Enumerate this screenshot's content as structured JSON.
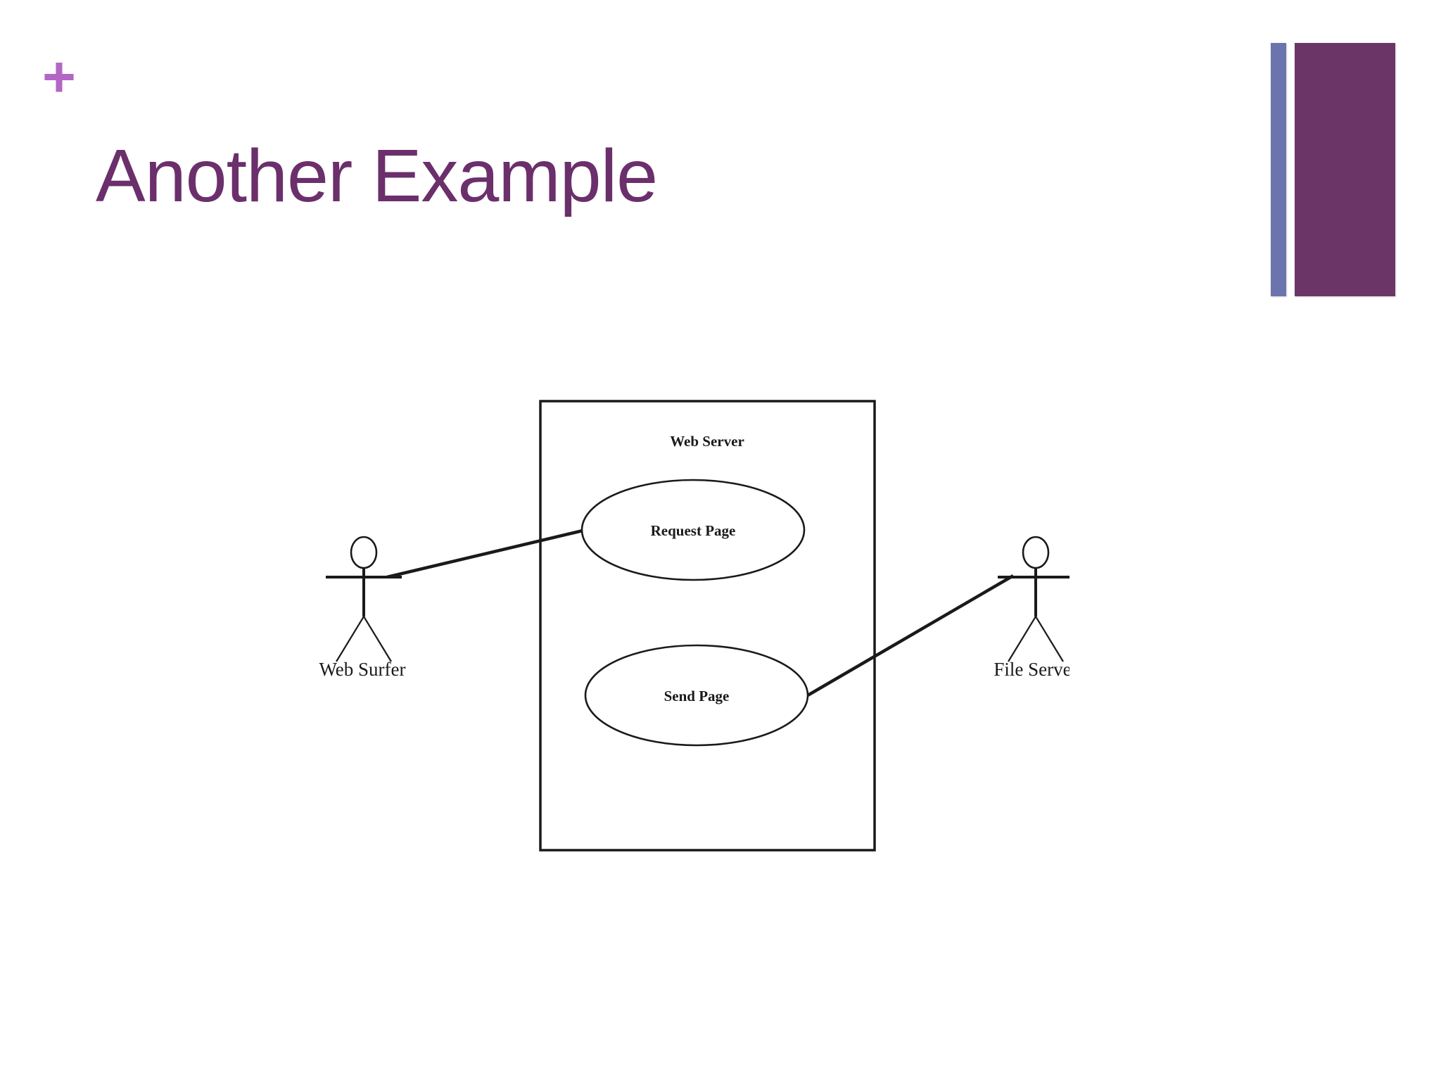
{
  "slide": {
    "title": "Another Example",
    "bullet_marker": "+",
    "colors": {
      "title_purple": "#6B2F6B",
      "plus_orchid": "#B366C4",
      "deco_blue_bar": "#6B74AC",
      "deco_purple_bar": "#6B3667",
      "diagram_stroke": "#1a1a1a",
      "background": "#ffffff"
    }
  },
  "diagram": {
    "type": "uml-use-case",
    "system_boundary": {
      "label": "Web Server"
    },
    "use_cases": [
      {
        "id": "request-page",
        "label": "Request Page"
      },
      {
        "id": "send-page",
        "label": "Send Page"
      }
    ],
    "actors": [
      {
        "id": "web-surfer",
        "label": "Web Surfer",
        "side": "left"
      },
      {
        "id": "file-server",
        "label": "File Server",
        "side": "right"
      }
    ],
    "associations": [
      {
        "from": "web-surfer",
        "to": "request-page"
      },
      {
        "from": "file-server",
        "to": "send-page"
      }
    ]
  }
}
